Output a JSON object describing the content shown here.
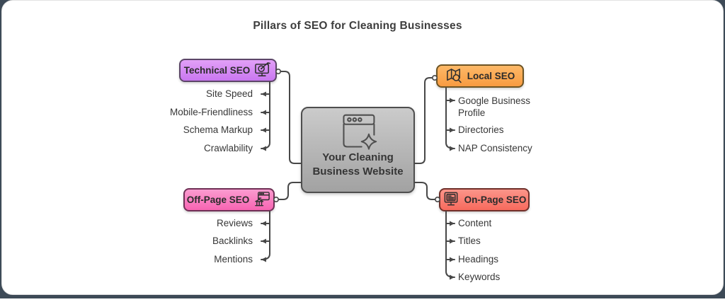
{
  "title": "Pillars of SEO for Cleaning Businesses",
  "center_node": {
    "label_line1": "Your Cleaning",
    "label_line2": "Business Website",
    "icon": "browser-sparkle-icon"
  },
  "branches": {
    "technical_seo": {
      "label": "Technical SEO",
      "icon": "monitor-target-icon",
      "accent_color": "#cf81f2",
      "border_color": "#5c4568",
      "items": [
        "Site Speed",
        "Mobile-Friendliness",
        "Schema Markup",
        "Crawlability"
      ]
    },
    "local_seo": {
      "label": "Local SEO",
      "icon": "map-magnifier-icon",
      "accent_color": "#f9a251",
      "border_color": "#6d5424",
      "items": [
        "Google Business Profile",
        "Directories",
        "NAP Consistency"
      ]
    },
    "off_page_seo": {
      "label": "Off-Page SEO",
      "icon": "browser-building-icon",
      "accent_color": "#f879bf",
      "border_color": "#6f3156",
      "items": [
        "Reviews",
        "Backlinks",
        "Mentions"
      ]
    },
    "on_page_seo": {
      "label": "On-Page SEO",
      "icon": "document-monitor-icon",
      "accent_color": "#f97f72",
      "border_color": "#6f312b",
      "items": [
        "Content",
        "Titles",
        "Headings",
        "Keywords"
      ]
    }
  },
  "colors": {
    "page_background": "#3d4a57",
    "card_background": "#ffffff",
    "connector": "#474747",
    "center_node_fill_top": "#cbcbcb",
    "center_node_fill_bottom": "#a2a2a2",
    "text": "#373737"
  }
}
